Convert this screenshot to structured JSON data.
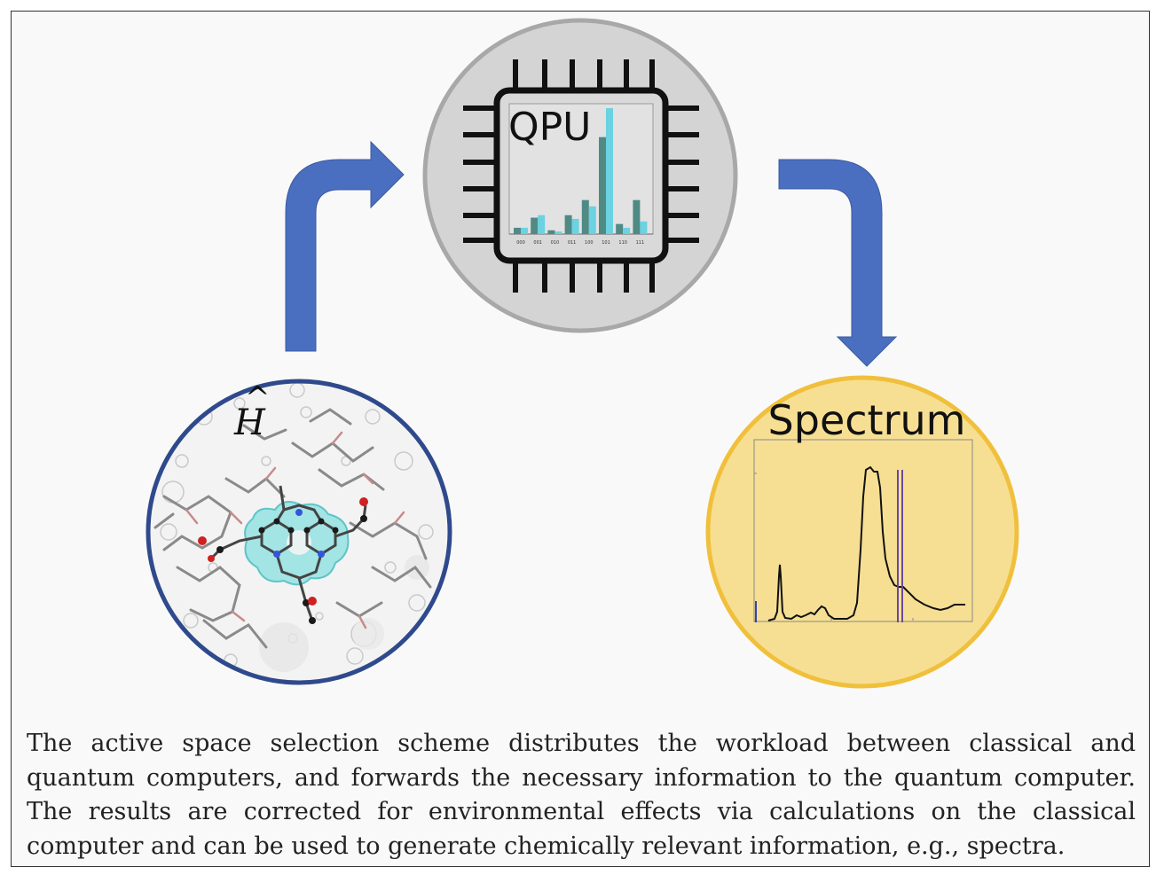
{
  "qpu_label": "QPU",
  "spectrum_label": "Spectrum",
  "hamiltonian_label": "H",
  "hamiltonian_hat": "^",
  "histogram": {
    "categories": [
      "000",
      "001",
      "010",
      "011",
      "100",
      "101",
      "110",
      "111"
    ],
    "series_a": [
      0.05,
      0.13,
      0.03,
      0.15,
      0.27,
      0.77,
      0.08,
      0.27
    ],
    "series_b": [
      0.05,
      0.15,
      0.02,
      0.12,
      0.22,
      1.0,
      0.05,
      0.1
    ]
  },
  "colors": {
    "arrow": "#4a6fc0",
    "qpu_disc": "#d4d4d4",
    "spectrum_disc": "#f6df93",
    "spectrum_ring": "#f0c03c",
    "molecule_ring": "#2f4a8c",
    "bar_a": "#4f8a85",
    "bar_b": "#6ad2e0",
    "isosurface": "#8fe0e0"
  },
  "caption": "The active space selection scheme distributes the workload between classical and quantum computers, and forwards the necessary information to the quantum computer. The results are corrected for environmental effects via calculations on the classical computer and can be used to generate chemically relevant information, e.g., spectra."
}
